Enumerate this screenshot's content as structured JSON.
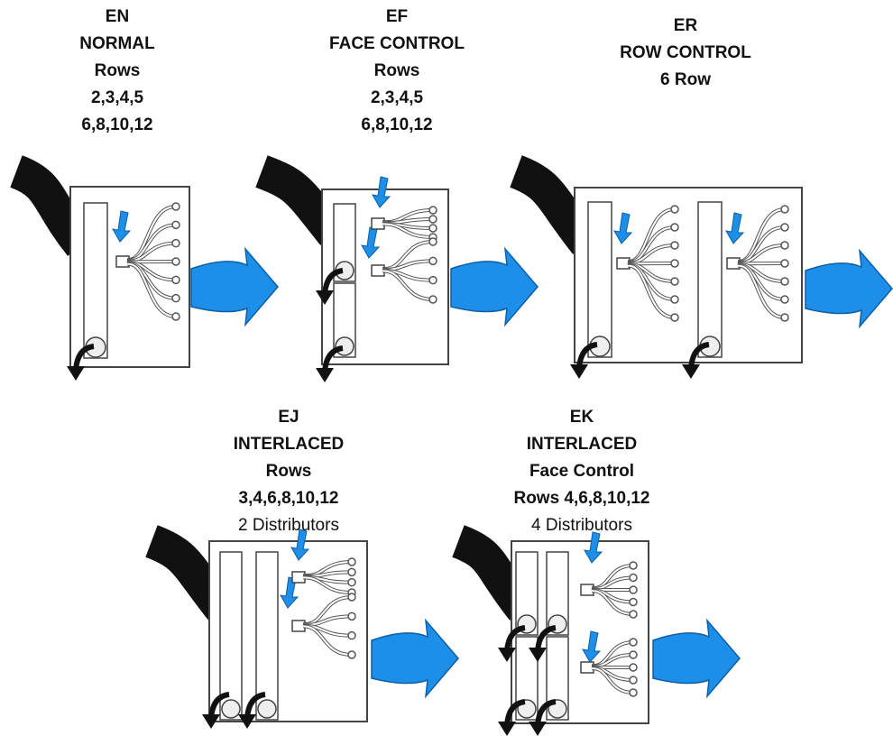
{
  "diagrams": [
    {
      "id": "en",
      "code": "EN",
      "lines": [
        "NORMAL",
        "Rows",
        "2,3,4,5",
        "6,8,10,12"
      ],
      "note": ""
    },
    {
      "id": "ef",
      "code": "EF",
      "lines": [
        "FACE CONTROL",
        "Rows",
        "2,3,4,5",
        "6,8,10,12"
      ],
      "note": ""
    },
    {
      "id": "er",
      "code": "ER",
      "lines": [
        "ROW CONTROL",
        "6 Row"
      ],
      "note": ""
    },
    {
      "id": "ej",
      "code": "EJ",
      "lines": [
        "INTERLACED",
        "Rows",
        "3,4,6,8,10,12"
      ],
      "note": "2 Distributors"
    },
    {
      "id": "ek",
      "code": "EK",
      "lines": [
        "INTERLACED",
        "Face Control",
        "Rows 4,6,8,10,12"
      ],
      "note": "4 Distributors"
    }
  ],
  "colors": {
    "airflow_arrow": "#1e8fe8",
    "refrigerant_arrow": "#1e8fe8",
    "pipe": "#111111",
    "coil_frame": "#444444",
    "drain_arrow": "#111111"
  }
}
